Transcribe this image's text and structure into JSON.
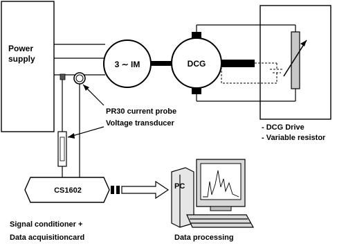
{
  "diagram": {
    "power_supply": {
      "line1": "Power",
      "line2": "supply"
    },
    "motor": {
      "label": "3 ∼ IM"
    },
    "generator": {
      "label": "DCG"
    },
    "probe_label": "PR30 current probe",
    "transducer_label": "Voltage transducer",
    "drive": {
      "line1": "- DCG Drive",
      "line2": "- Variable resistor"
    },
    "conditioner": {
      "label": "CS1602"
    },
    "pc": {
      "label": "PC"
    },
    "caption_left": {
      "line1": "Signal conditioner +",
      "line2": "Data acquisitioncard"
    },
    "caption_right": "Data processing"
  }
}
